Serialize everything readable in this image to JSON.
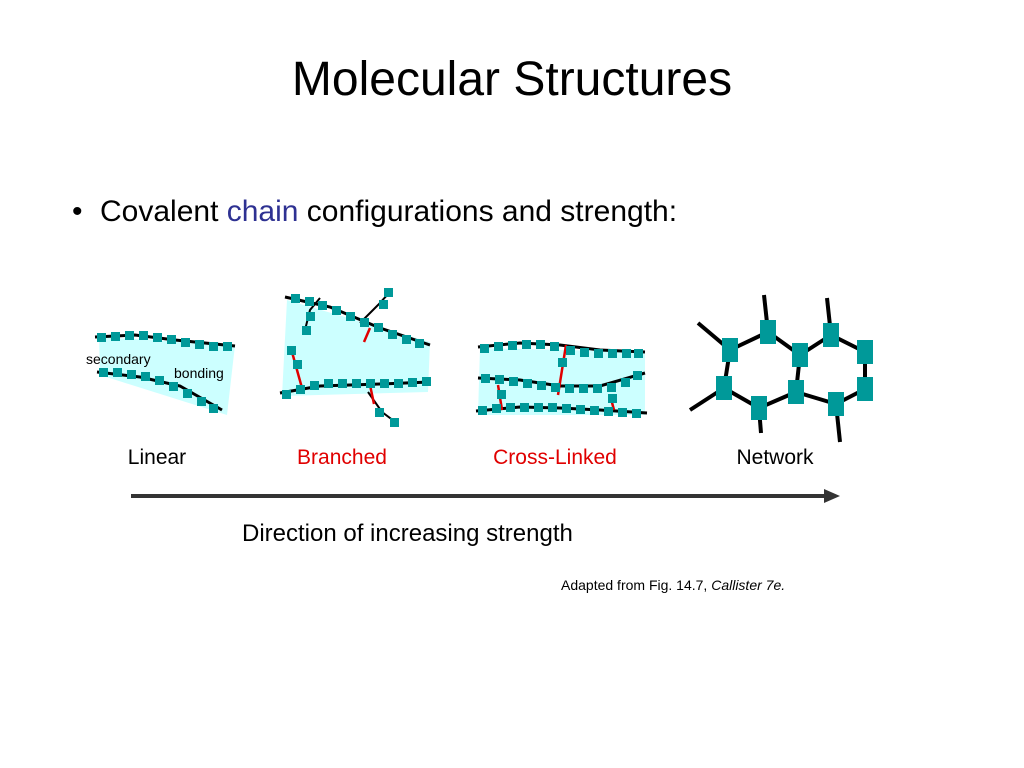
{
  "slide": {
    "title": "Molecular Structures",
    "bullet": {
      "text_before": "Covalent ",
      "highlight": "chain",
      "text_after": " configurations and strength:"
    }
  },
  "diagram": {
    "annotations": {
      "secondary": "secondary",
      "bonding": "bonding"
    },
    "structures": [
      {
        "key": "linear",
        "label": "Linear",
        "color": "#000000"
      },
      {
        "key": "branched",
        "label": "Branched",
        "color": "#e00000"
      },
      {
        "key": "cross_linked",
        "label": "Cross-Linked",
        "color": "#e00000"
      },
      {
        "key": "network",
        "label": "Network",
        "color": "#000000"
      }
    ],
    "arrow_caption": "Direction of increasing strength"
  },
  "credit": {
    "prefix": "Adapted from Fig. 14.7, ",
    "source": "Callister 7e."
  },
  "colors": {
    "unit": "#009999",
    "shade": "#ccffff",
    "highlight_text": "#2e3192",
    "crosslink": "#e00000",
    "arrow": "#333333"
  }
}
